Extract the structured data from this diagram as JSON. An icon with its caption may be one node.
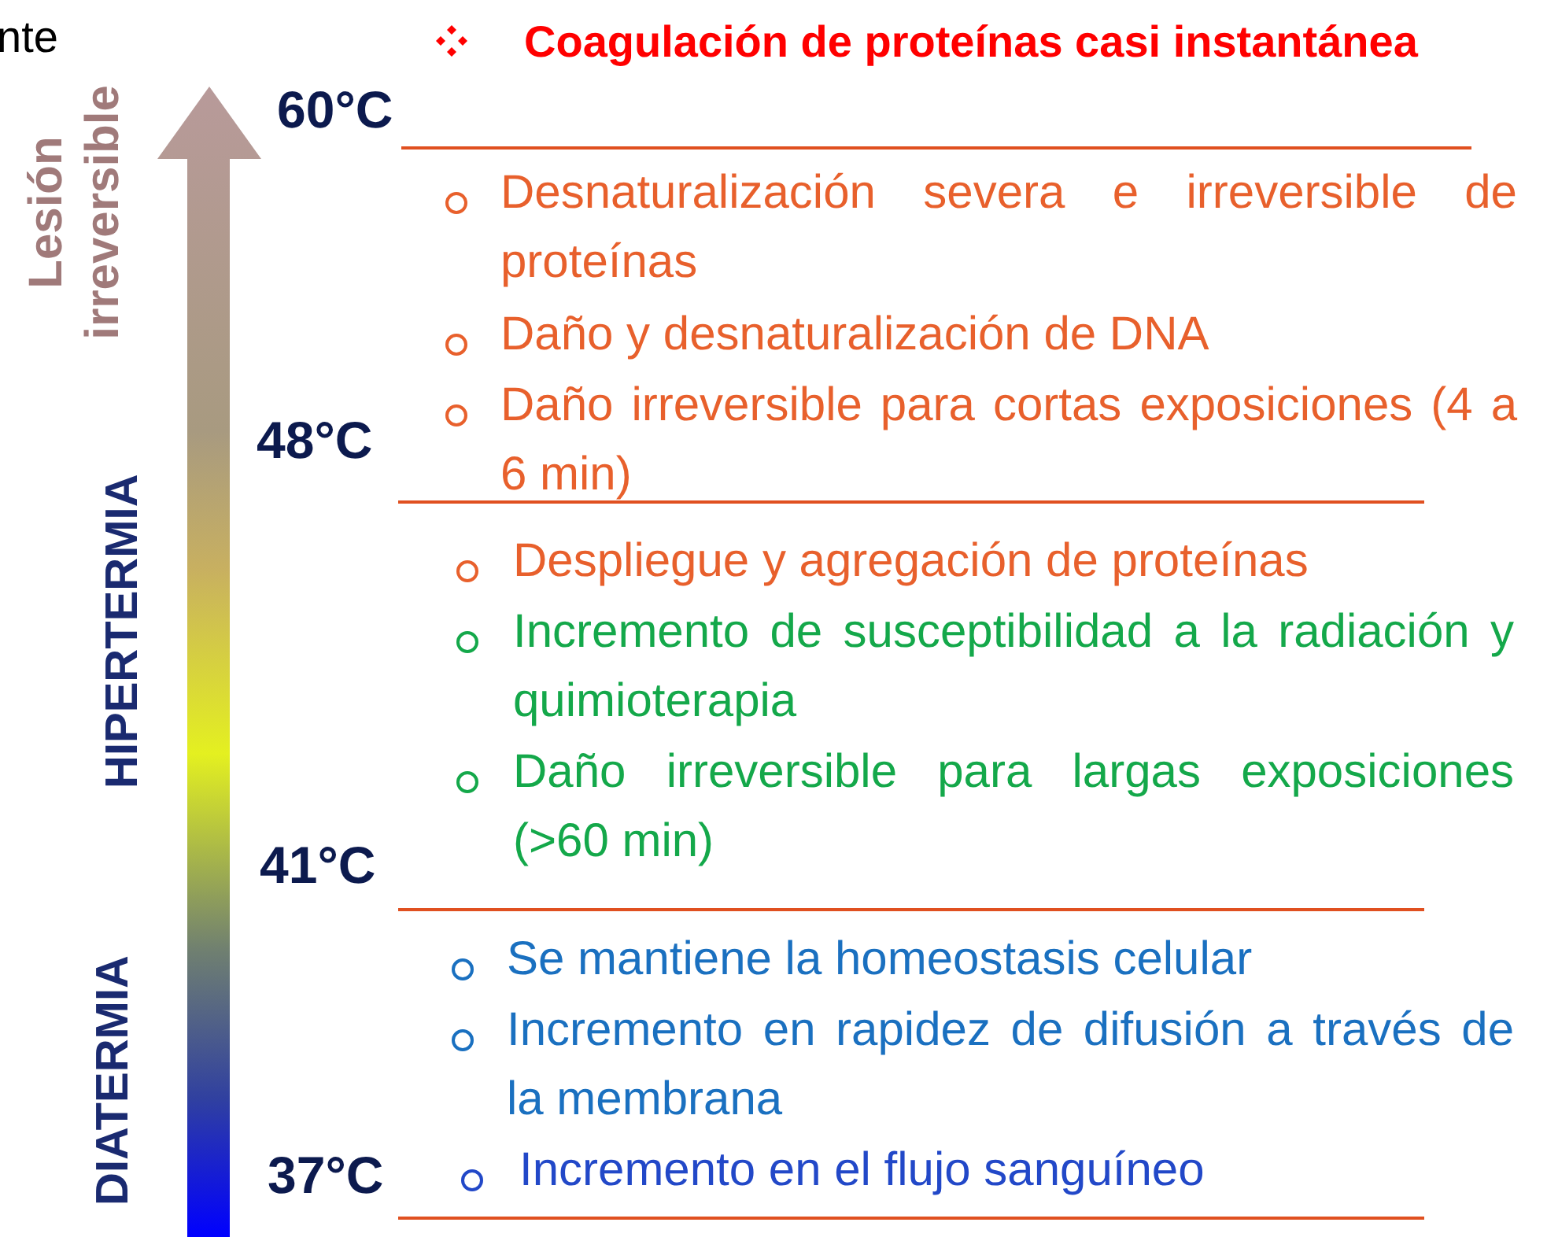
{
  "diagram": {
    "labels": [
      "nte",
      "Lesión irreversible",
      "HIPERTERMIA",
      "DIATERMIA",
      "60°C",
      "48°C",
      "41°C",
      "37°C",
      "Coagulación de proteínas casi instantánea",
      "Desnaturalización severa e irreversible de proteínas",
      "Daño y desnaturalización de DNA",
      "Daño irreversible para cortas exposiciones (4 a 6 min)",
      "Despliegue y agregación de proteínas",
      "Incremento de susceptibilidad a la radiación y quimioterapia",
      "Daño irreversible para largas exposiciones (>60 min)",
      "Se mantiene la homeostasis celular",
      "Incremento en rapidez de difusión a través de la membrana",
      "Incremento en el flujo sanguíneo"
    ]
  }
}
